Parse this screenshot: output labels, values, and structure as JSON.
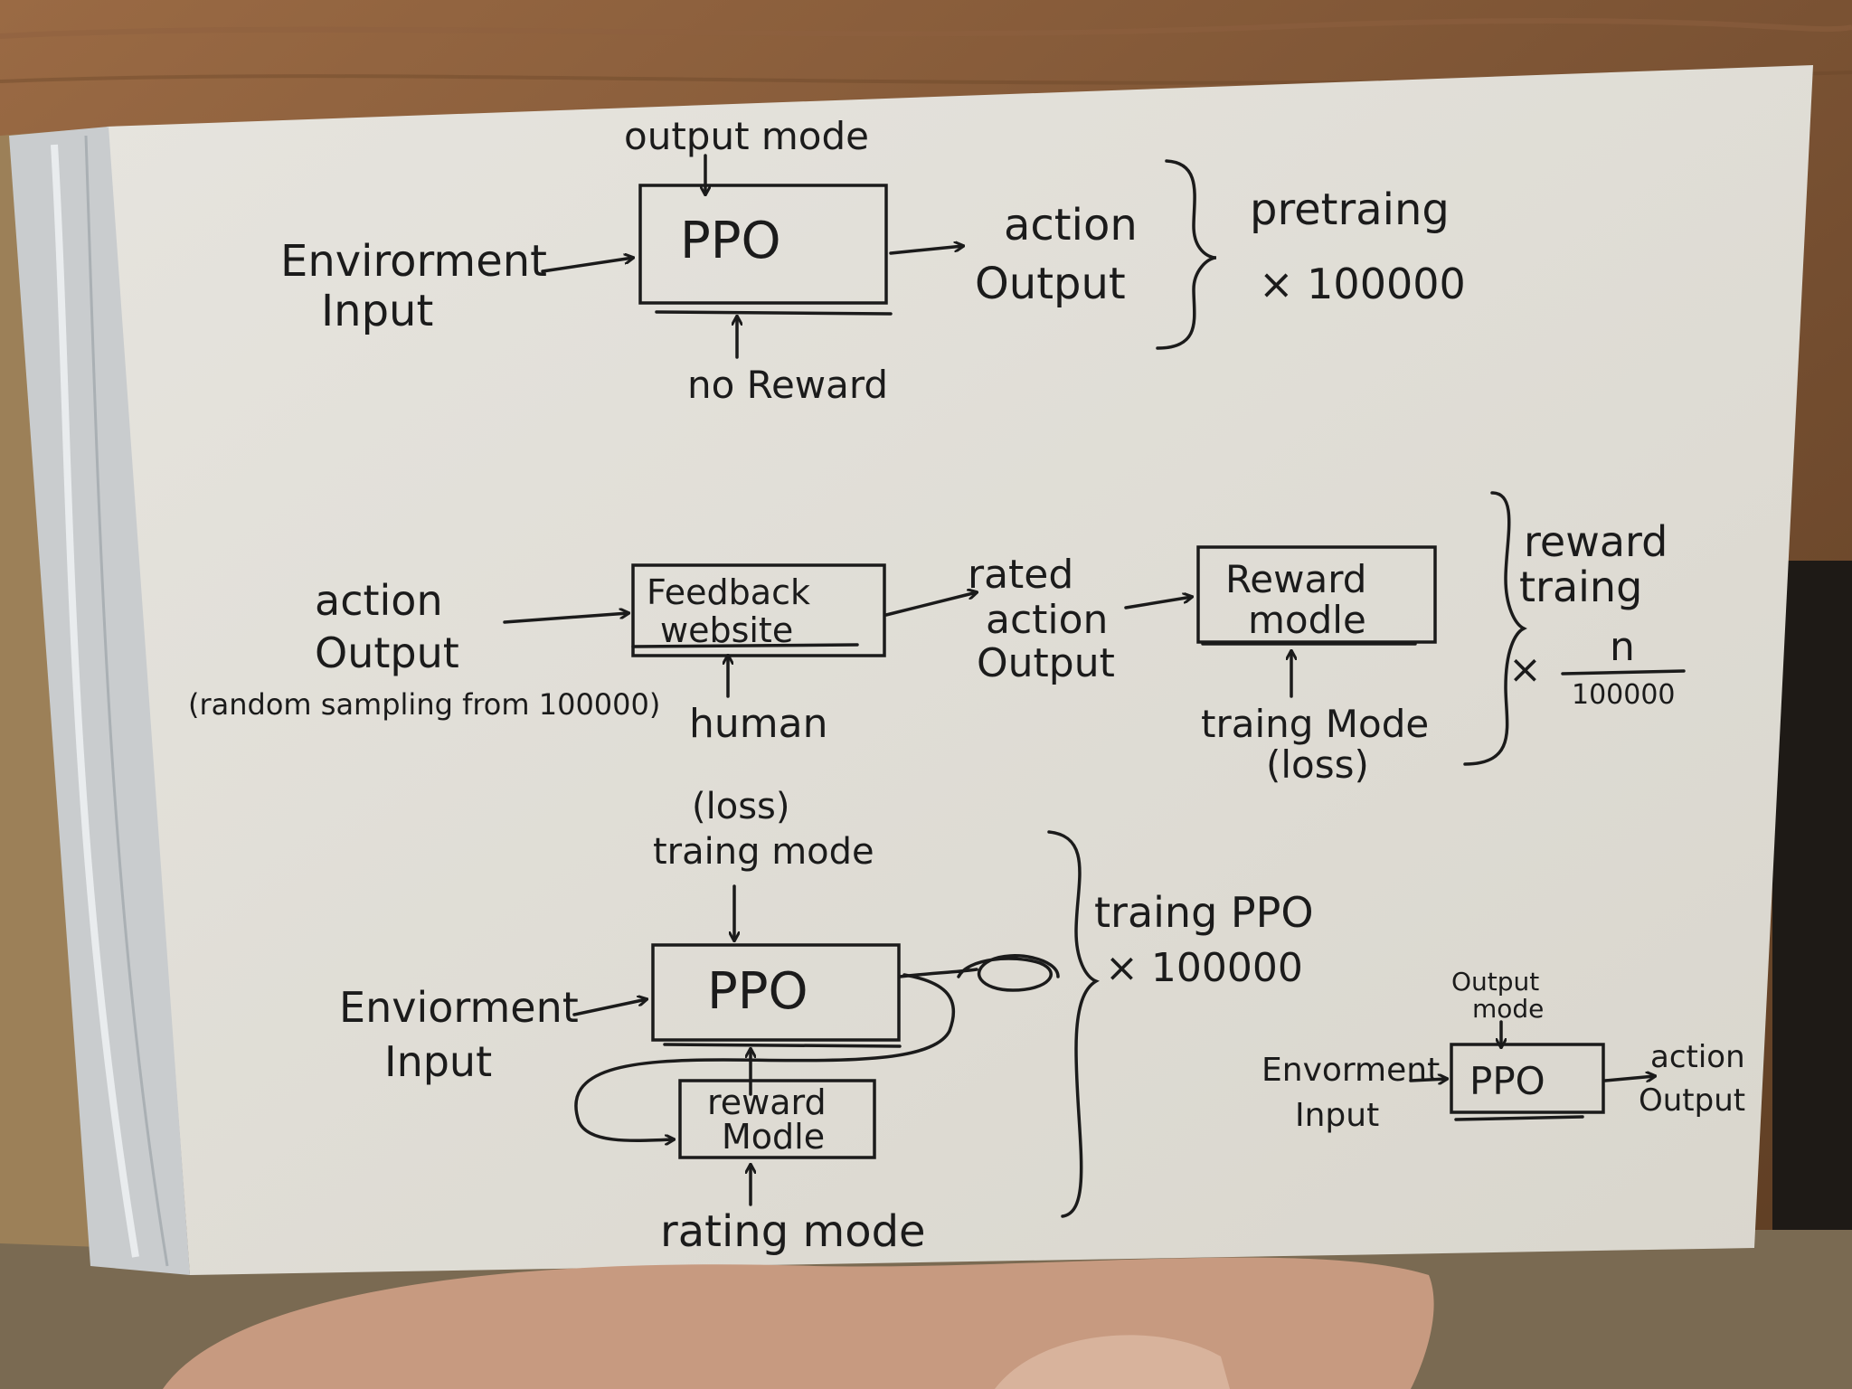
{
  "colors": {
    "paper": "#e3e0d8",
    "ink": "#1b1b1b",
    "wood": "#7a5233",
    "binding": "#c9ccce",
    "hand": "#c79a80"
  },
  "stage1": {
    "top_label": "output mode",
    "box_label": "PPO",
    "input_line1": "Envirorment",
    "input_line2": "Input",
    "output_line1": "action",
    "output_line2": "Output",
    "bottom_label": "no Reward",
    "phase_label": "pretraing",
    "phase_multiplier": "× 100000"
  },
  "stage2": {
    "input_line1": "action",
    "input_line2": "Output",
    "input_note": "(random sampling from 100000)",
    "box1_line1": "Feedback",
    "box1_line2": "website",
    "box1_bottom_label": "human",
    "mid_line1": "rated",
    "mid_line2": "action",
    "mid_line3": "Output",
    "box2_line1": "Reward",
    "box2_line2": "modle",
    "box2_bottom_line1": "traing Mode",
    "box2_bottom_line2": "(loss)",
    "phase_line1": "reward",
    "phase_line2": "traing",
    "phase_times": "×",
    "phase_numerator": "n",
    "phase_denominator": "100000"
  },
  "stage3": {
    "top_line1": "(loss)",
    "top_line2": "traing mode",
    "box_label": "PPO",
    "input_line1": "Enviorment",
    "input_line2": "Input",
    "reward_line1": "reward",
    "reward_line2": "Modle",
    "bottom_label": "rating mode",
    "phase_label": "traing PPO",
    "phase_multiplier": "× 100000"
  },
  "stage4": {
    "top_line1": "Output",
    "top_line2": "mode",
    "input_line1": "Envorment",
    "input_line2": "Input",
    "box_label": "PPO",
    "output_line1": "action",
    "output_line2": "Output"
  }
}
